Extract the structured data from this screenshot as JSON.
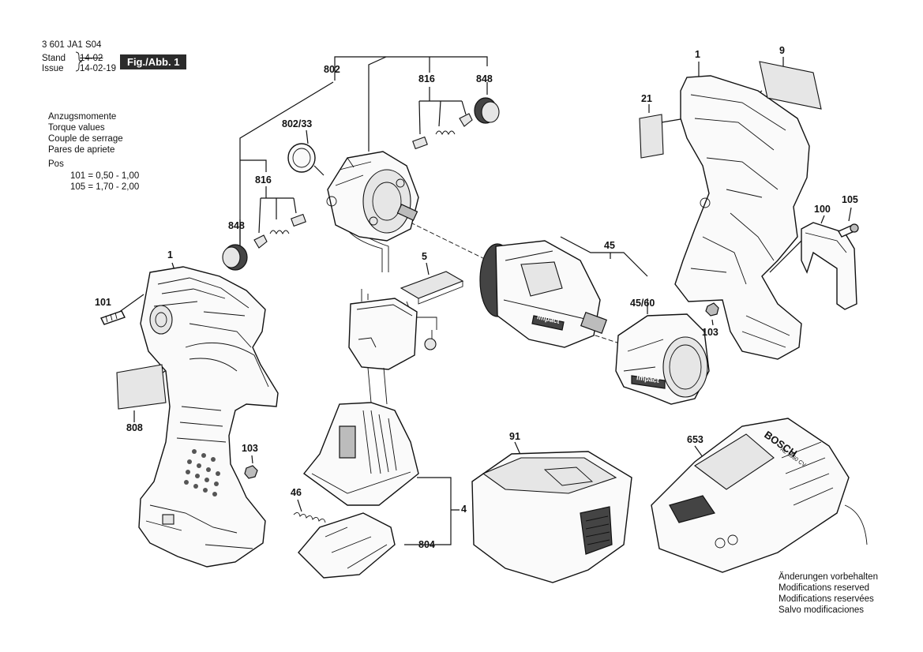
{
  "header": {
    "doc_number": "3 601 JA1 S04",
    "stand_label": "Stand",
    "issue_label": "Issue",
    "old_date": "14-02",
    "new_date": "14-02-19",
    "figure_label": "Fig./Abb. 1"
  },
  "torque": {
    "lines": [
      "Anzugsmomente",
      "Torque values",
      "Couple de serrage",
      "Pares de apriete"
    ],
    "pos_label": "Pos",
    "rows": [
      "101 =  0,50  -  1,00",
      "105 =  1,70  -  2,00"
    ]
  },
  "footer": {
    "lines": [
      "Änderungen vorbehalten",
      "Modifications reserved",
      "Modifications reservées",
      "Salvo modificaciones"
    ]
  },
  "parts": {
    "p802": "802",
    "p816_top": "816",
    "p848_top": "848",
    "p802_33": "802/33",
    "p816_left": "816",
    "p848_left": "848",
    "p1_left": "1",
    "p101": "101",
    "p808": "808",
    "p103_left": "103",
    "p5": "5",
    "p46": "46",
    "p4": "4",
    "p804": "804",
    "p91": "91",
    "p653": "653",
    "p45": "45",
    "p45_60": "45/60",
    "p103_right": "103",
    "p1_right": "1",
    "p9": "9",
    "p21": "21",
    "p100": "100",
    "p105": "105"
  },
  "product_marks": {
    "impact_1": "impact",
    "impact_2": "impact",
    "brand": "BOSCH",
    "charger_model": "AL 1860 CV"
  }
}
